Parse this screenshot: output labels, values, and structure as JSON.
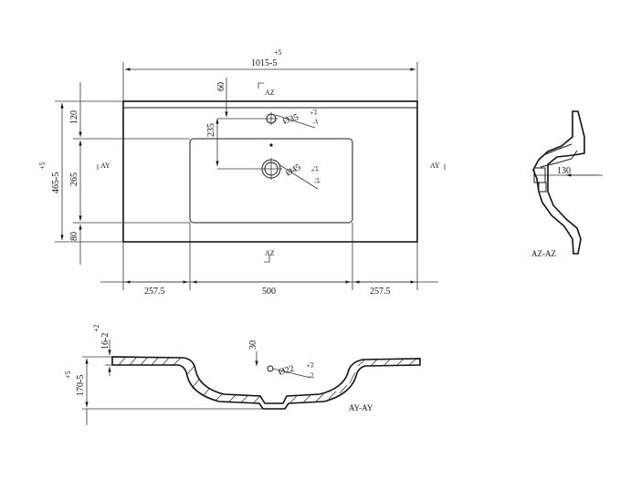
{
  "top_view": {
    "width_tol_plus": "+5",
    "width": "1015-5",
    "dim_60": "60",
    "dim_235": "235",
    "dim_120": "120",
    "dim_265": "265",
    "dim_80": "80",
    "depth_tol_plus": "+5",
    "depth": "465-5",
    "hole_small": "Ø35",
    "hole_small_tol_plus": "+2",
    "hole_small_tol_minus": "-1",
    "hole_large": "Ø45",
    "hole_large_tol_plus": "+2",
    "hole_large_tol_minus": "-2",
    "bottom_left": "257.5",
    "bottom_mid": "500",
    "bottom_right": "257.5",
    "marker_az": "AZ",
    "marker_ay": "AY"
  },
  "side_section": {
    "dim_130": "130",
    "label": "AZ-AZ"
  },
  "front_section": {
    "tol_plus_top": "+2",
    "thickness": "16-2",
    "dim_30": "30",
    "height_tol_plus": "+5",
    "height": "170-5",
    "hole": "Ø22",
    "hole_tol_plus": "+2",
    "hole_tol_minus": "-2",
    "label": "AY-AY"
  }
}
